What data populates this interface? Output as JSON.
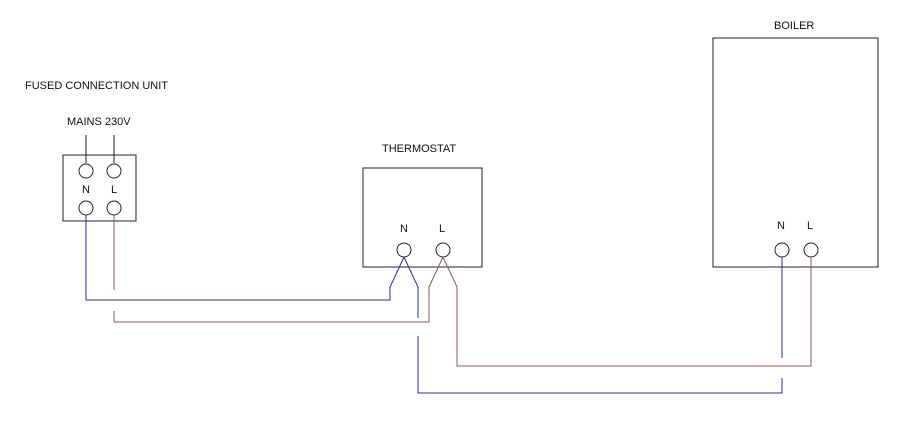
{
  "labels": {
    "fcu_title": "FUSED CONNECTION UNIT",
    "mains": "MAINS 230V",
    "fcu_n": "N",
    "fcu_l": "L",
    "thermostat_title": "THERMOSTAT",
    "thermostat_n": "N",
    "thermostat_l": "L",
    "boiler_title": "BOILER",
    "boiler_n": "N",
    "boiler_l": "L"
  },
  "colors": {
    "neutral_wire": "#2b2b9a",
    "live_wire": "#8a5a5a",
    "outline": "#222222"
  }
}
